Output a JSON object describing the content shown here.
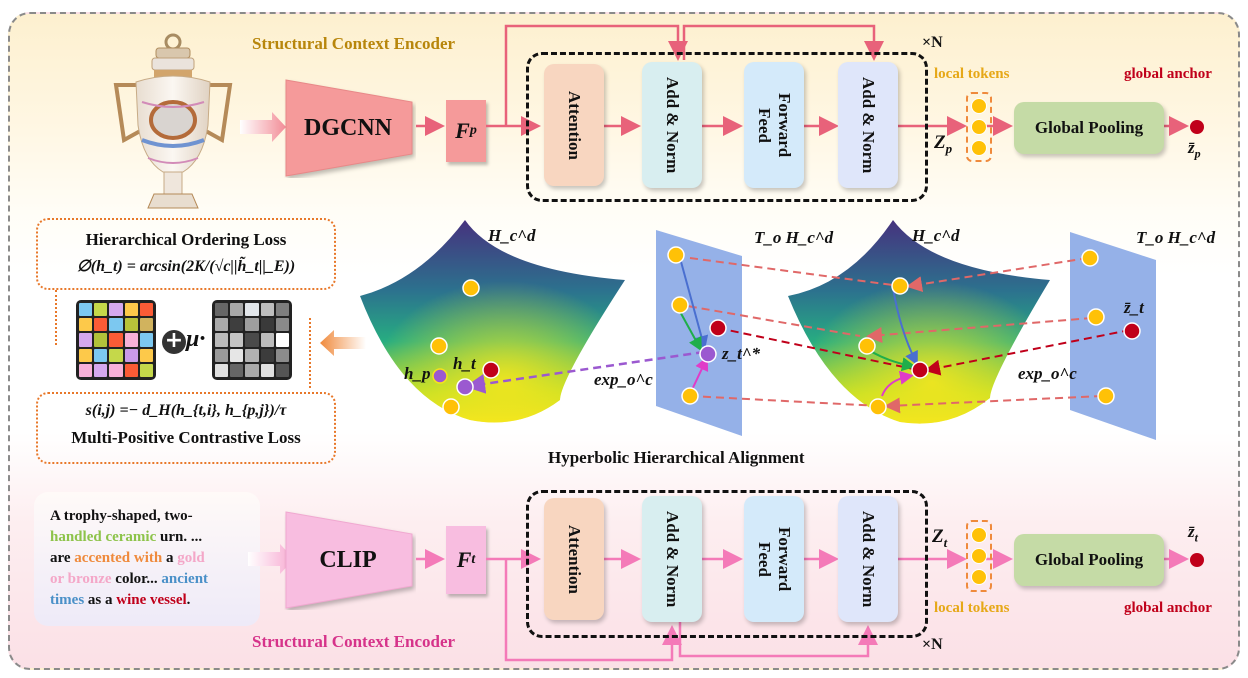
{
  "top_encoder": {
    "title": "Structural Context Encoder",
    "backbone": "DGCNN",
    "feature": "F_p",
    "feature_main": "F",
    "feature_sub": "p",
    "blocks": [
      "Attention",
      "Add & Norm",
      "Forward\nFeed",
      "Add & Norm"
    ],
    "repeat": "×N",
    "output_main": "Z",
    "output_sub": "p",
    "local_tokens_label": "local tokens",
    "pooling_label": "Global Pooling",
    "global_anchor_label": "global anchor",
    "anchor_main": "z̄",
    "anchor_sub": "p",
    "color": "#e8627a"
  },
  "bottom_encoder": {
    "title": "Structural Context Encoder",
    "backbone": "CLIP",
    "feature_main": "F",
    "feature_sub": "t",
    "blocks": [
      "Attention",
      "Add & Norm",
      "Forward\nFeed",
      "Add & Norm"
    ],
    "repeat": "×N",
    "output_main": "Z",
    "output_sub": "t",
    "local_tokens_label": "local tokens",
    "pooling_label": "Global Pooling",
    "global_anchor_label": "global anchor",
    "anchor_main": "z̄",
    "anchor_sub": "t",
    "color": "#f47ab8"
  },
  "text_input": {
    "segments": [
      {
        "text": "A trophy-shaped, two-",
        "color": "black"
      },
      {
        "br": true
      },
      {
        "text": "handled ceramic",
        "color": "green"
      },
      {
        "text": " urn. ...",
        "color": "black"
      },
      {
        "br": true
      },
      {
        "text": "are ",
        "color": "black"
      },
      {
        "text": "accented with",
        "color": "orange"
      },
      {
        "text": " a ",
        "color": "black"
      },
      {
        "text": "gold",
        "color": "pink"
      },
      {
        "br": true
      },
      {
        "text": "or bronze",
        "color": "pink"
      },
      {
        "text": " color... ",
        "color": "black"
      },
      {
        "text": "ancient",
        "color": "blue"
      },
      {
        "br": true
      },
      {
        "text": "times",
        "color": "blue"
      },
      {
        "text": " as a ",
        "color": "black"
      },
      {
        "text": "wine vessel",
        "color": "red"
      },
      {
        "text": ".",
        "color": "black"
      }
    ]
  },
  "losses": {
    "ordering_title": "Hierarchical Ordering Loss",
    "ordering_formula": "∅(h_t) = arcsin(2K/(√c||h̃_t||_E))",
    "contrastive_formula": "s(i,j) =− d_H(h_{t,i}, h_{p,j})/τ",
    "contrastive_title": "Multi-Positive Contrastive Loss",
    "mu_label": "μ·",
    "color_matrix": [
      [
        "#7cc8f0",
        "#c5d84a",
        "#d5a8ee",
        "#fdc94a",
        "#fb5b36"
      ],
      [
        "#fdc94a",
        "#fb5b36",
        "#7cc8f0",
        "#b9c43a",
        "#d1b35e"
      ],
      [
        "#d5a8ee",
        "#b1c23a",
        "#fb5b36",
        "#f8b0d8",
        "#7cc8f0"
      ],
      [
        "#fdc94a",
        "#7cc8f0",
        "#c5d84a",
        "#c99ae8",
        "#fdc94a"
      ],
      [
        "#f8b0d8",
        "#d5a8ee",
        "#f8b0d8",
        "#fb5b36",
        "#c5d84a"
      ]
    ],
    "gray_matrix": [
      [
        "#666666",
        "#a8a8a8",
        "#e2e6ea",
        "#bdbdbd",
        "#7e7e7e"
      ],
      [
        "#aaaaaa",
        "#3e3e3e",
        "#9e9e9e",
        "#3a3a3a",
        "#8a8a8a"
      ],
      [
        "#bbbbbb",
        "#c4c4c4",
        "#4a4a4a",
        "#bcbcbc",
        "#ffffff"
      ],
      [
        "#9a9a9a",
        "#e6e6e6",
        "#b2b2b2",
        "#3c3c3c",
        "#8c8c8c"
      ],
      [
        "#e0e0e0",
        "#666666",
        "#aaaaaa",
        "#e0e0e0",
        "#555555"
      ]
    ]
  },
  "alignment": {
    "title": "Hyperbolic Hierarchical Alignment",
    "manifold_label": "H_c^d",
    "tangent_label": "T_o H_c^d",
    "exp_map_label": "exp_o^c",
    "hp_label": "h_p",
    "ht_label": "h_t",
    "zstar_label": "z_t^*",
    "zbar_label": "z̄_t",
    "colors": {
      "token": "#ffc107",
      "anchor": "#c0001a",
      "query": "#9b59d0",
      "plane": "#8aa8e6"
    }
  }
}
